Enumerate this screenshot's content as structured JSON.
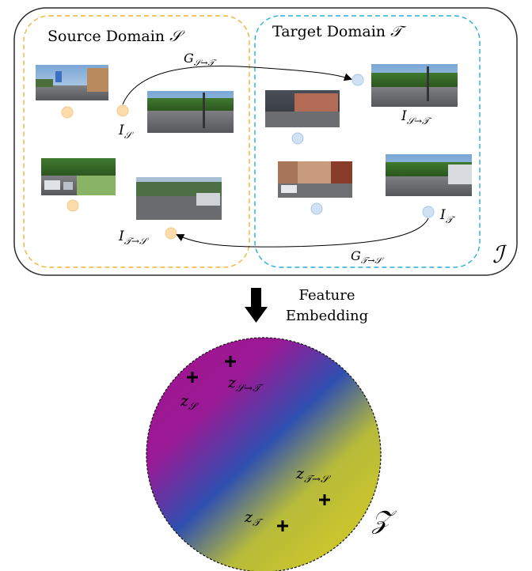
{
  "image_space": {
    "symbol": "ℐ",
    "source_domain": {
      "title": "Source Domain",
      "symbol": "𝒮"
    },
    "target_domain": {
      "title": "Target Domain",
      "symbol": "𝒯"
    },
    "generators": {
      "s_to_t": {
        "main": "G",
        "sub": "𝒮→𝒯"
      },
      "t_to_s": {
        "main": "G",
        "sub": "𝒯→𝒮"
      }
    },
    "image_labels": {
      "i_s": {
        "main": "I",
        "sub": "𝒮"
      },
      "i_t": {
        "main": "I",
        "sub": "𝒯"
      },
      "i_s_to_t": {
        "main": "I",
        "sub": "𝒮→𝒯"
      },
      "i_t_to_s": {
        "main": "I",
        "sub": "𝒯→𝒮"
      }
    },
    "colors": {
      "frame": "#2b2b2b",
      "source_border": "#f0b43c",
      "target_border": "#2aaed8",
      "source_dot": "#fbdcaa",
      "target_dot": "#cfe1f3"
    }
  },
  "embedding": {
    "label_line1": "Feature",
    "label_line2": "Embedding"
  },
  "latent_space": {
    "symbol": "𝒵",
    "colors": {
      "magenta": "#a0158f",
      "blue": "#2f4fb0",
      "yellow": "#cfc72a"
    },
    "codes": {
      "z_s": {
        "main": "z",
        "sub": "𝒮"
      },
      "z_s_to_t": {
        "main": "z",
        "sub": "𝒮→𝒯"
      },
      "z_t": {
        "main": "z",
        "sub": "𝒯"
      },
      "z_t_to_s": {
        "main": "z",
        "sub": "𝒯→𝒮"
      }
    }
  }
}
